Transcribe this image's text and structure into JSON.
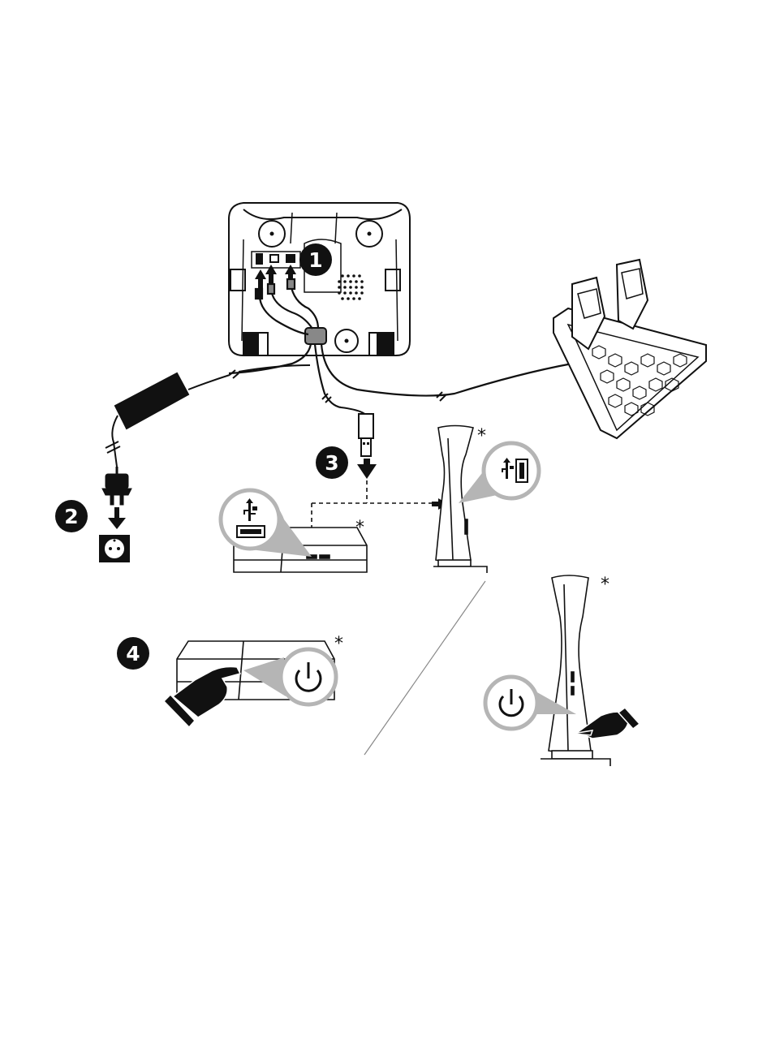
{
  "steps": [
    {
      "number": "1"
    },
    {
      "number": "2"
    },
    {
      "number": "3"
    },
    {
      "number": "4"
    }
  ],
  "footnote_marker": "*",
  "icons": {
    "usb": "usb-icon",
    "power": "power-icon",
    "plug": "power-plug-icon",
    "socket": "wall-socket-icon"
  },
  "colors": {
    "ink": "#111111",
    "badge": "#111111",
    "callout": "#b5b5b5",
    "divider": "#888888"
  }
}
